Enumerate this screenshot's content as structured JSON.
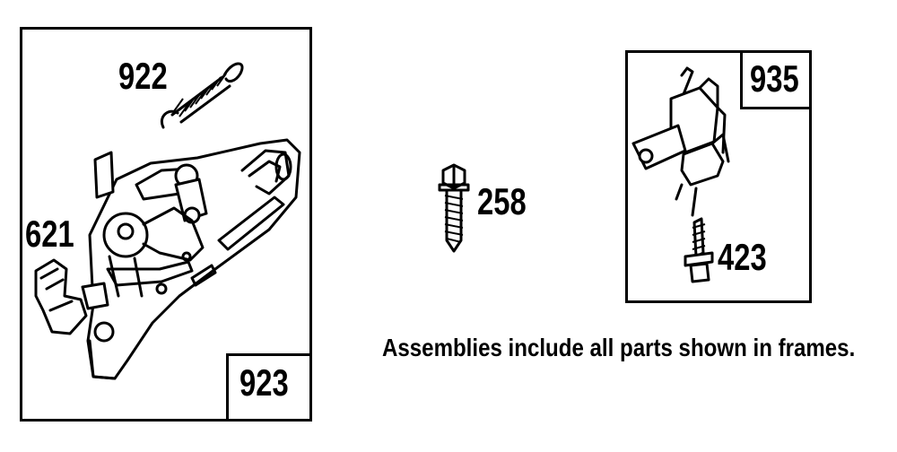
{
  "parts": {
    "p922": "922",
    "p621": "621",
    "p923": "923",
    "p258": "258",
    "p935": "935",
    "p423": "423"
  },
  "caption": "Assemblies include all parts shown in frames."
}
